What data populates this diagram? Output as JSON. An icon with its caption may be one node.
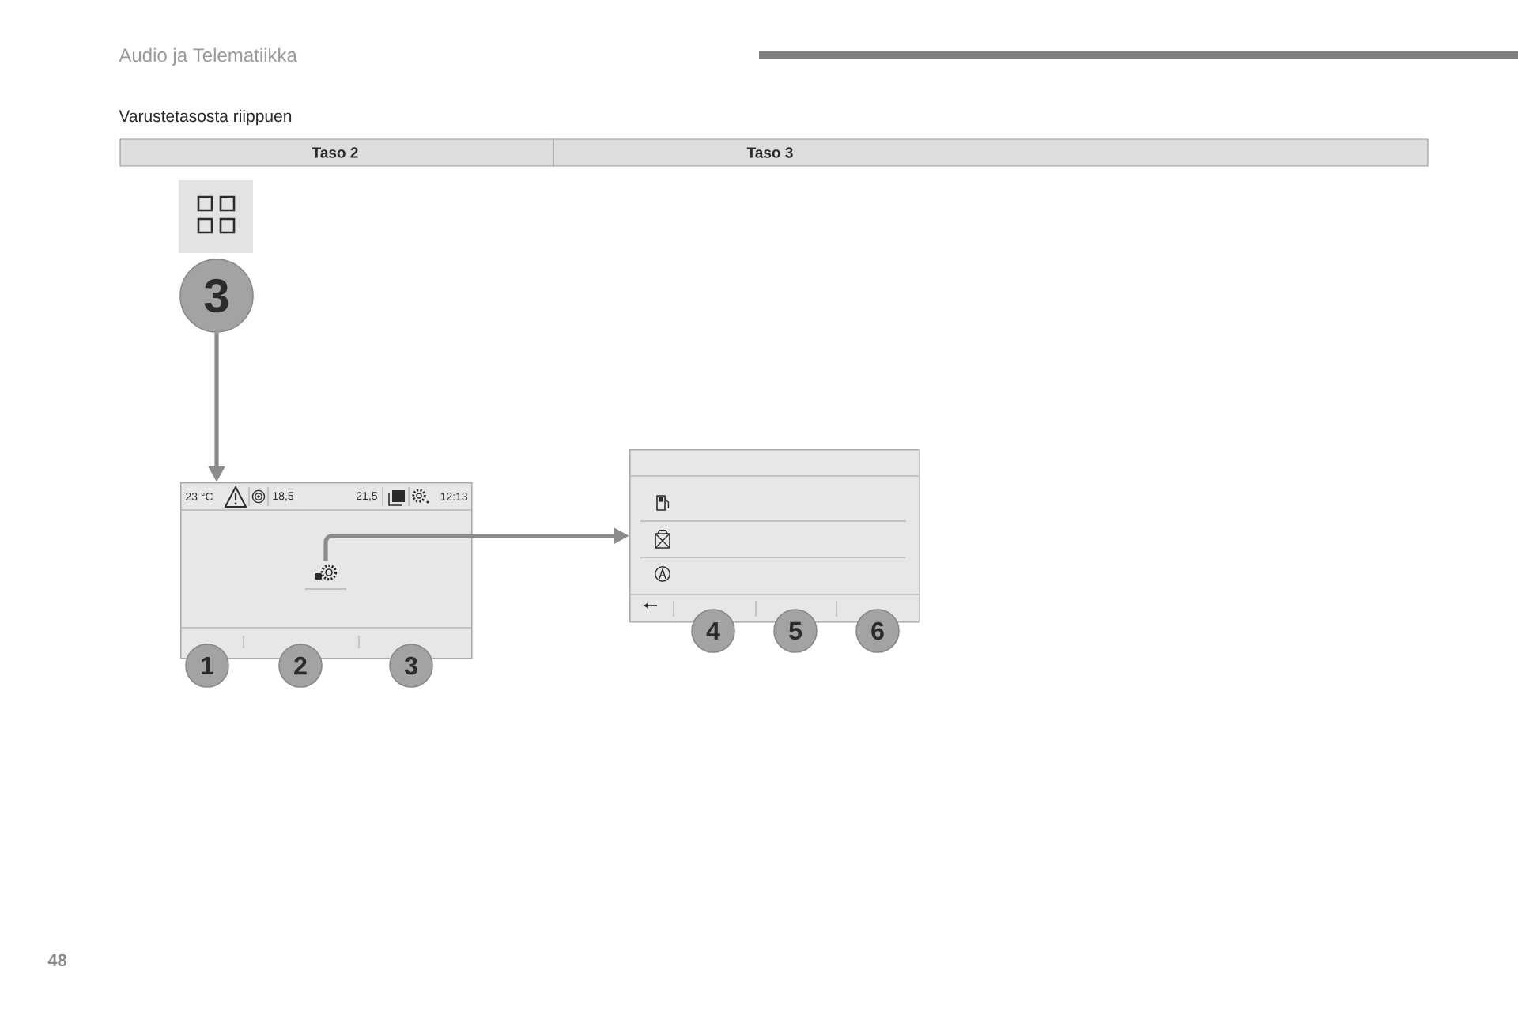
{
  "diagram": {
    "nodes": [
      {
        "text": [
          "3"
        ]
      },
      {
        "text": [
          "23 °C",
          "18,5",
          "21,5",
          "12:13"
        ]
      },
      {
        "text": [],
        "shape": "picture",
        "in": 1
      },
      {
        "text": [],
        "shape": "box"
      },
      {
        "text": [
          "1"
        ]
      },
      {
        "text": [
          "2"
        ]
      },
      {
        "text": [
          "3"
        ]
      },
      {
        "text": [
          "4"
        ]
      },
      {
        "text": [
          "5"
        ]
      },
      {
        "text": [
          "6"
        ]
      }
    ],
    "edges": [
      {
        "from": 0,
        "to": 1,
        "arrow": "to"
      },
      {
        "from": 2,
        "to": 3,
        "arrow": "to"
      }
    ],
    "labels": [
      "Audio ja Telematiikka",
      "Varustetasosta riippuen",
      "Taso 2",
      "Taso 3",
      "48"
    ]
  }
}
